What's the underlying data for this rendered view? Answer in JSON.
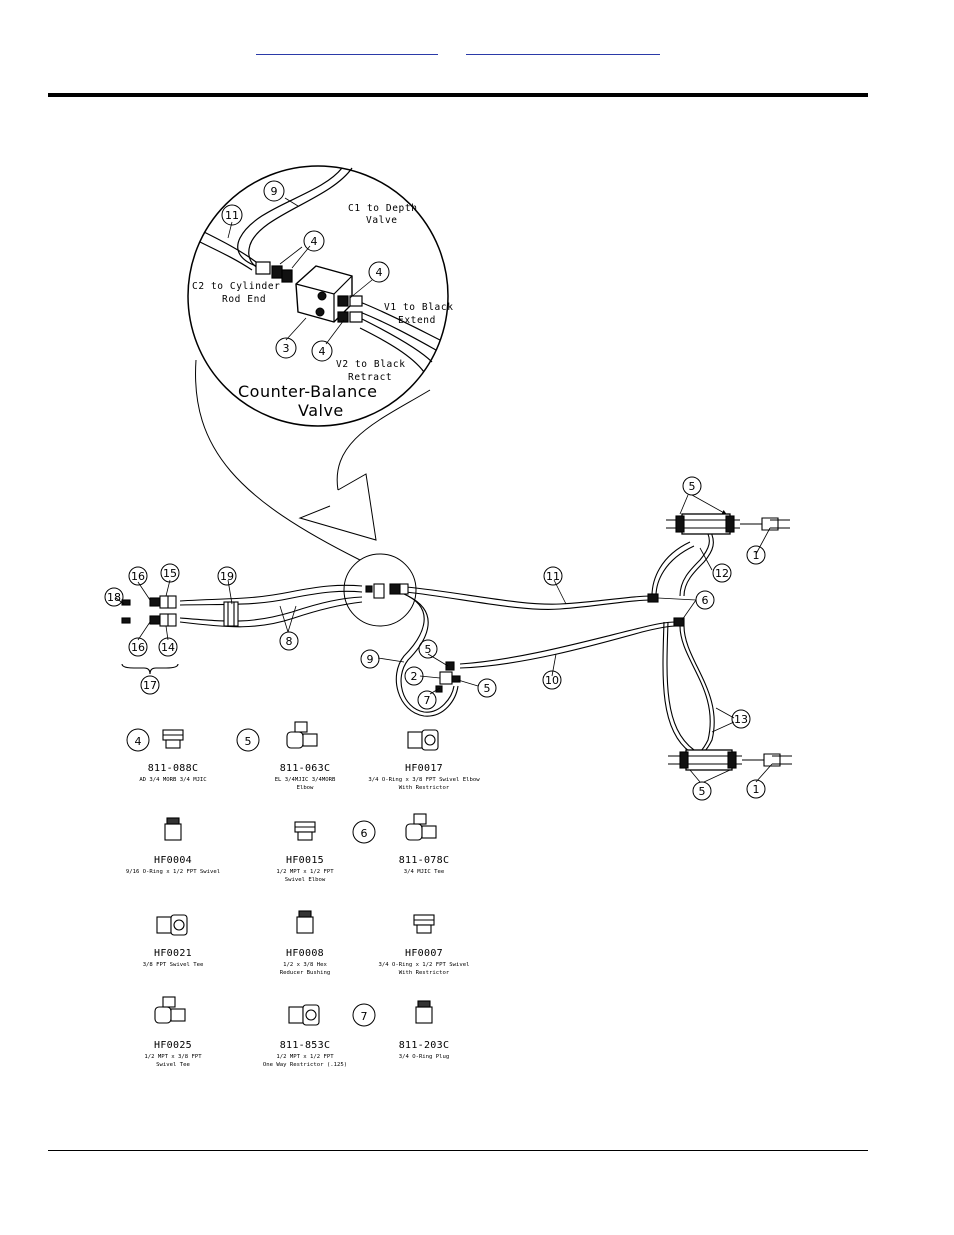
{
  "header": {
    "link1_text": "",
    "link2_text": ""
  },
  "inset": {
    "title_line1": "Counter-Balance",
    "title_line2": "Valve",
    "notes": {
      "c1_line1": "C1 to Depth",
      "c1_line2": "Valve",
      "c2_line1": "C2 to Cylinder",
      "c2_line2": "Rod End",
      "v1_line1": "V1 to Black",
      "v1_line2": "Extend",
      "v2_line1": "V2 to Black",
      "v2_line2": "Retract"
    },
    "callouts": {
      "c9": "9",
      "c11": "11",
      "c4a": "4",
      "c4b": "4",
      "c4c": "4",
      "c3": "3"
    }
  },
  "main": {
    "callouts": {
      "c5a": "5",
      "c1a": "1",
      "c12": "12",
      "c11": "11",
      "c6": "6",
      "c19": "19",
      "c8": "8",
      "c16a": "16",
      "c15": "15",
      "c18": "18",
      "c16b": "16",
      "c14": "14",
      "c17": "17",
      "c9": "9",
      "c5b": "5",
      "c2": "2",
      "c7": "7",
      "c5c": "5",
      "c10": "10",
      "c13": "13",
      "c5d": "5",
      "c1b": "1"
    }
  },
  "parts": [
    {
      "callout": "4",
      "number": "811-088C",
      "desc": [
        "AD 3/4 MORB 3/4 MJIC"
      ]
    },
    {
      "callout": "5",
      "number": "811-063C",
      "desc": [
        "EL 3/4MJIC 3/4MORB",
        "Elbow"
      ]
    },
    {
      "callout": "",
      "number": "HF0017",
      "desc": [
        "3/4 O-Ring x 3/8 FPT Swivel Elbow",
        "With Restrictor"
      ]
    },
    {
      "callout": "",
      "number": "HF0004",
      "desc": [
        "9/16 O-Ring x 1/2 FPT Swivel"
      ]
    },
    {
      "callout": "",
      "number": "HF0015",
      "desc": [
        "1/2 MPT x 1/2 FPT",
        "Swivel Elbow"
      ]
    },
    {
      "callout": "6",
      "number": "811-078C",
      "desc": [
        "3/4 MJIC Tee"
      ]
    },
    {
      "callout": "",
      "number": "HF0021",
      "desc": [
        "3/8 FPT Swivel Tee"
      ]
    },
    {
      "callout": "",
      "number": "HF0008",
      "desc": [
        "1/2  x 3/8 Hex",
        "Reducer Bushing"
      ]
    },
    {
      "callout": "",
      "number": "HF0007",
      "desc": [
        "3/4 O-Ring x 1/2 FPT Swivel",
        "With Restrictor"
      ]
    },
    {
      "callout": "",
      "number": "HF0025",
      "desc": [
        "1/2 MPT x 3/8 FPT",
        "Swivel Tee"
      ]
    },
    {
      "callout": "",
      "number": "811-853C",
      "desc": [
        "1/2 MPT x 1/2 FPT",
        "One Way Restrictor (.125)"
      ]
    },
    {
      "callout": "7",
      "number": "811-203C",
      "desc": [
        "3/4 O-Ring Plug"
      ]
    }
  ]
}
